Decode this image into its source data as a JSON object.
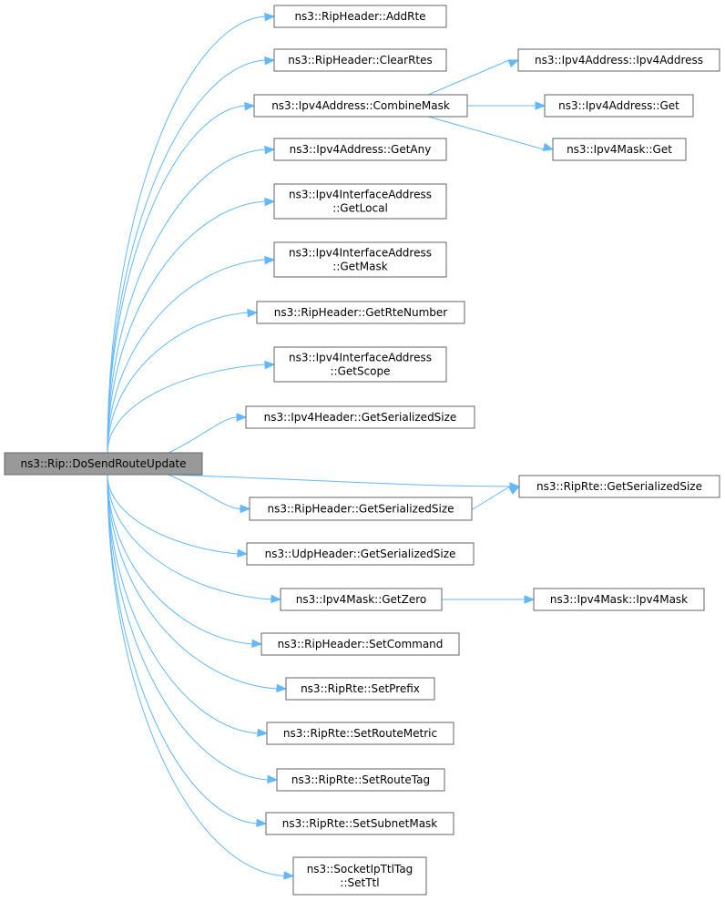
{
  "nodes": [
    {
      "id": "root",
      "lines": [
        "ns3::Rip::DoSendRouteUpdate"
      ],
      "root": true
    },
    {
      "id": "n1",
      "lines": [
        "ns3::RipHeader::AddRte"
      ]
    },
    {
      "id": "n2",
      "lines": [
        "ns3::RipHeader::ClearRtes"
      ]
    },
    {
      "id": "n3",
      "lines": [
        "ns3::Ipv4Address::CombineMask"
      ]
    },
    {
      "id": "n4",
      "lines": [
        "ns3::Ipv4Address::GetAny"
      ]
    },
    {
      "id": "n5",
      "lines": [
        "ns3::Ipv4InterfaceAddress",
        "::GetLocal"
      ]
    },
    {
      "id": "n6",
      "lines": [
        "ns3::Ipv4InterfaceAddress",
        "::GetMask"
      ]
    },
    {
      "id": "n7",
      "lines": [
        "ns3::RipHeader::GetRteNumber"
      ]
    },
    {
      "id": "n8",
      "lines": [
        "ns3::Ipv4InterfaceAddress",
        "::GetScope"
      ]
    },
    {
      "id": "n9",
      "lines": [
        "ns3::Ipv4Header::GetSerializedSize"
      ]
    },
    {
      "id": "n10",
      "lines": [
        "ns3::RipHeader::GetSerializedSize"
      ]
    },
    {
      "id": "n11",
      "lines": [
        "ns3::UdpHeader::GetSerializedSize"
      ]
    },
    {
      "id": "n12",
      "lines": [
        "ns3::Ipv4Mask::GetZero"
      ]
    },
    {
      "id": "n13",
      "lines": [
        "ns3::RipHeader::SetCommand"
      ]
    },
    {
      "id": "n14",
      "lines": [
        "ns3::RipRte::SetPrefix"
      ]
    },
    {
      "id": "n15",
      "lines": [
        "ns3::RipRte::SetRouteMetric"
      ]
    },
    {
      "id": "n16",
      "lines": [
        "ns3::RipRte::SetRouteTag"
      ]
    },
    {
      "id": "n17",
      "lines": [
        "ns3::RipRte::SetSubnetMask"
      ]
    },
    {
      "id": "n18",
      "lines": [
        "ns3::SocketIpTtlTag",
        "::SetTtl"
      ]
    },
    {
      "id": "n19",
      "lines": [
        "ns3::Ipv4Address::Ipv4Address"
      ]
    },
    {
      "id": "n20",
      "lines": [
        "ns3::Ipv4Address::Get"
      ]
    },
    {
      "id": "n21",
      "lines": [
        "ns3::Ipv4Mask::Get"
      ]
    },
    {
      "id": "n22",
      "lines": [
        "ns3::RipRte::GetSerializedSize"
      ]
    },
    {
      "id": "n23",
      "lines": [
        "ns3::Ipv4Mask::Ipv4Mask"
      ]
    }
  ],
  "edges": [
    {
      "from": "root",
      "to": "n1"
    },
    {
      "from": "root",
      "to": "n2"
    },
    {
      "from": "root",
      "to": "n3"
    },
    {
      "from": "root",
      "to": "n4"
    },
    {
      "from": "root",
      "to": "n5"
    },
    {
      "from": "root",
      "to": "n6"
    },
    {
      "from": "root",
      "to": "n7"
    },
    {
      "from": "root",
      "to": "n8"
    },
    {
      "from": "root",
      "to": "n9"
    },
    {
      "from": "root",
      "to": "n22"
    },
    {
      "from": "root",
      "to": "n10"
    },
    {
      "from": "root",
      "to": "n11"
    },
    {
      "from": "root",
      "to": "n12"
    },
    {
      "from": "root",
      "to": "n13"
    },
    {
      "from": "root",
      "to": "n14"
    },
    {
      "from": "root",
      "to": "n15"
    },
    {
      "from": "root",
      "to": "n16"
    },
    {
      "from": "root",
      "to": "n17"
    },
    {
      "from": "root",
      "to": "n18"
    },
    {
      "from": "n3",
      "to": "n19"
    },
    {
      "from": "n3",
      "to": "n20"
    },
    {
      "from": "n3",
      "to": "n21"
    },
    {
      "from": "n10",
      "to": "n22"
    },
    {
      "from": "n12",
      "to": "n23"
    }
  ],
  "colors": {
    "edge": "#63b8ff",
    "root_fill": "#999999",
    "node_border": "#666666"
  }
}
